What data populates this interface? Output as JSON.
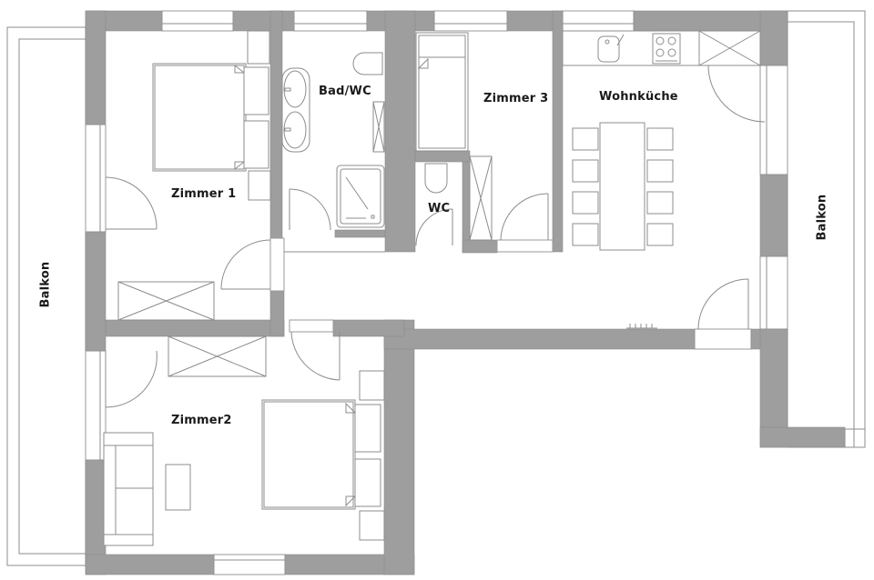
{
  "plan": {
    "title": "Floor plan",
    "colors": {
      "wall": "#9e9e9e",
      "line": "#8c8c8c",
      "background": "#ffffff",
      "text": "#1a1a1a"
    },
    "rooms": [
      {
        "id": "zimmer1",
        "label": "Zimmer 1"
      },
      {
        "id": "bad_wc",
        "label": "Bad/WC"
      },
      {
        "id": "wc",
        "label": "WC"
      },
      {
        "id": "zimmer3",
        "label": "Zimmer 3"
      },
      {
        "id": "wohnkueche",
        "label": "Wohnküche"
      },
      {
        "id": "zimmer2",
        "label": "Zimmer2"
      },
      {
        "id": "balkon_left",
        "label": "Balkon"
      },
      {
        "id": "balkon_right",
        "label": "Balkon"
      }
    ],
    "fixtures": {
      "beds": 3,
      "wardrobes": 5,
      "dining_chairs": 8,
      "sinks": 3,
      "toilets": 2,
      "shower": 1,
      "cooktop_burners": 4,
      "sofa": 1
    }
  }
}
